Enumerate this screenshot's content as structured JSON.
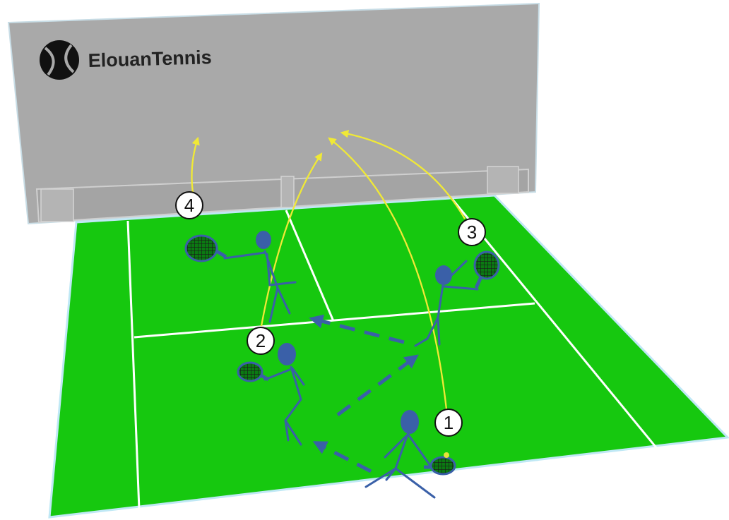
{
  "brand": {
    "name": "ElouanTennis",
    "icon": "tennis-ball-logo-icon"
  },
  "players": [
    {
      "number": "4"
    },
    {
      "number": "2"
    },
    {
      "number": "3"
    },
    {
      "number": "1"
    }
  ],
  "colors": {
    "court": "#16c80f",
    "wall": "#a9a9a9",
    "lines": "#ffffff",
    "players": "#3a60a8",
    "shot_paths": "#f0e936",
    "movement": "#3a60a8"
  }
}
